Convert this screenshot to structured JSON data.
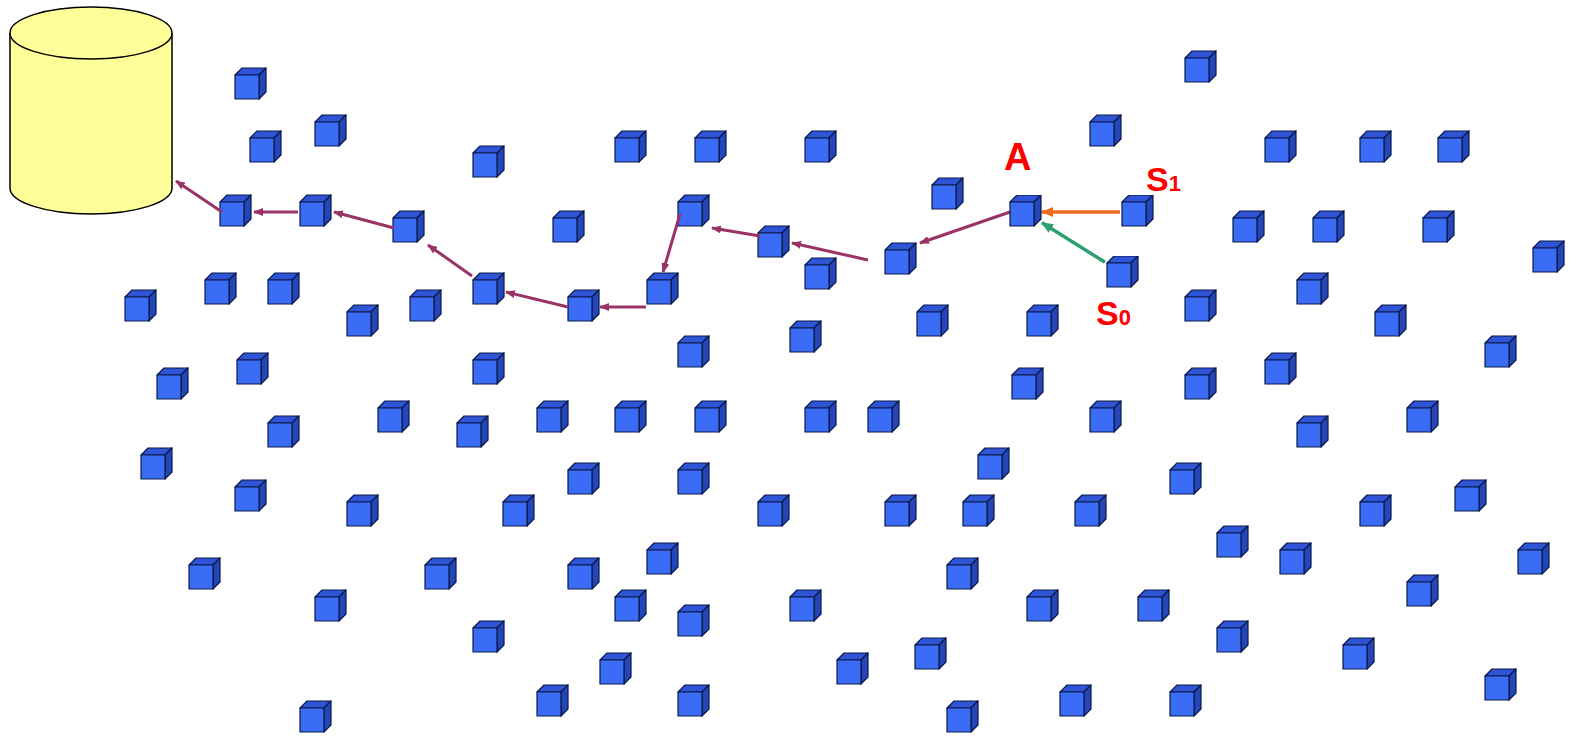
{
  "diagram": {
    "nodes": [
      {
        "text": [
          "A"
        ]
      },
      {
        "text": [
          "S1"
        ]
      },
      {
        "text": [
          "S0"
        ]
      }
    ],
    "edges": [
      {
        "from": 1,
        "to": 0,
        "arrow": "to"
      },
      {
        "from": 2,
        "to": 0,
        "arrow": "to"
      }
    ]
  }
}
